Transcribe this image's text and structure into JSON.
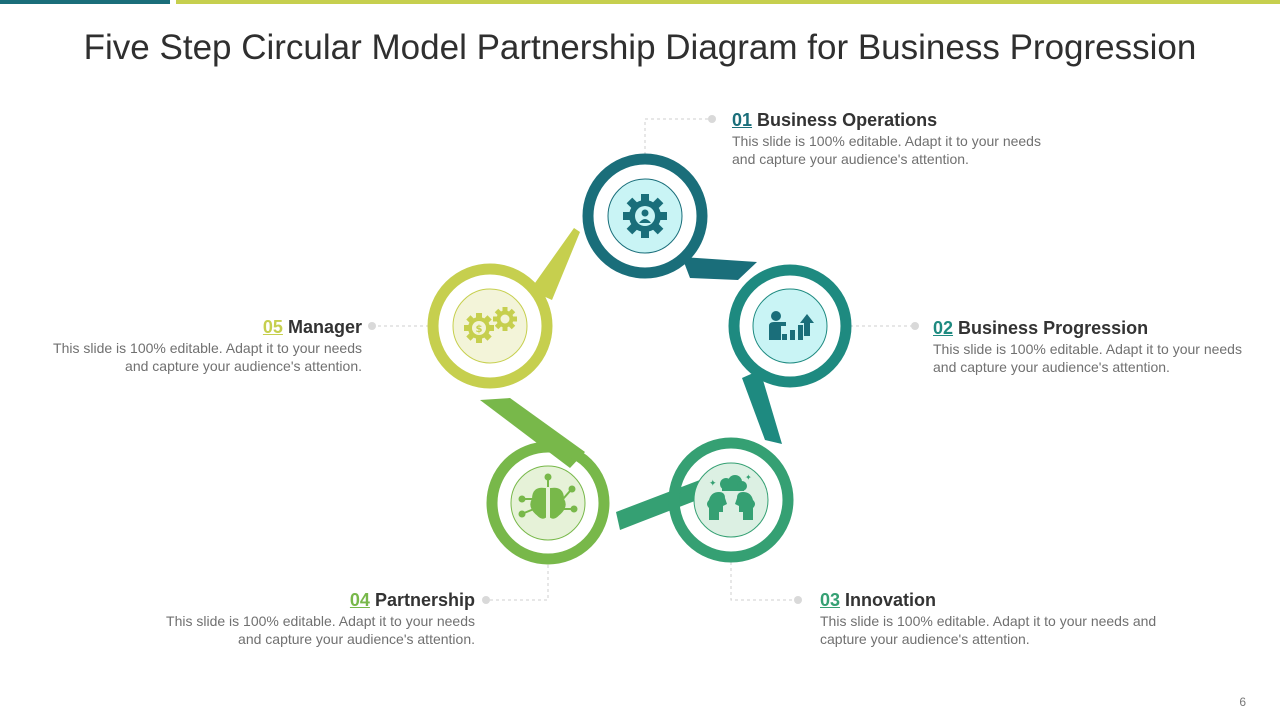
{
  "title": "Five Step Circular Model Partnership Diagram for Business Progression",
  "page_number": "6",
  "colors": {
    "teal_dark": "#1a6e7a",
    "teal": "#1e8a80",
    "green_teal": "#35a073",
    "green": "#78b84a",
    "lime": "#c6cf4e"
  },
  "steps": [
    {
      "num": "01",
      "title": "Business Operations",
      "desc": "This slide is 100% editable. Adapt it to your needs and capture your audience's attention.",
      "icon": "gear-person-icon"
    },
    {
      "num": "02",
      "title": "Business Progression",
      "desc": "This slide is 100% editable. Adapt it to your needs and capture your audience's attention.",
      "icon": "presenter-chart-icon"
    },
    {
      "num": "03",
      "title": "Innovation",
      "desc": "This slide is 100% editable. Adapt it to your needs and capture your audience's attention.",
      "icon": "two-heads-idea-icon"
    },
    {
      "num": "04",
      "title": "Partnership",
      "desc": "This slide is 100% editable. Adapt it to your needs and capture your audience's attention.",
      "icon": "circuit-brain-icon"
    },
    {
      "num": "05",
      "title": "Manager",
      "desc": "This slide is 100% editable. Adapt it to your needs and capture your audience's attention.",
      "icon": "dollar-gears-icon"
    }
  ]
}
